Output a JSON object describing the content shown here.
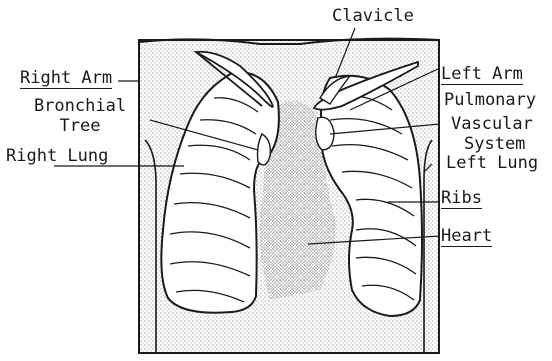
{
  "diagram": {
    "labels": {
      "clavicle": "Clavicle",
      "right_arm": "Right Arm",
      "bronchial": "Bronchial",
      "tree": "Tree",
      "right_lung": "Right Lung",
      "left_arm": "Left Arm",
      "pulmonary": "Pulmonary",
      "vascular": "Vascular",
      "system": "System",
      "left_lung": "Left Lung",
      "ribs": "Ribs",
      "heart": "Heart"
    },
    "colors": {
      "ink": "#1a1a1a",
      "paper": "#ffffff",
      "stipple": "#555555"
    }
  }
}
